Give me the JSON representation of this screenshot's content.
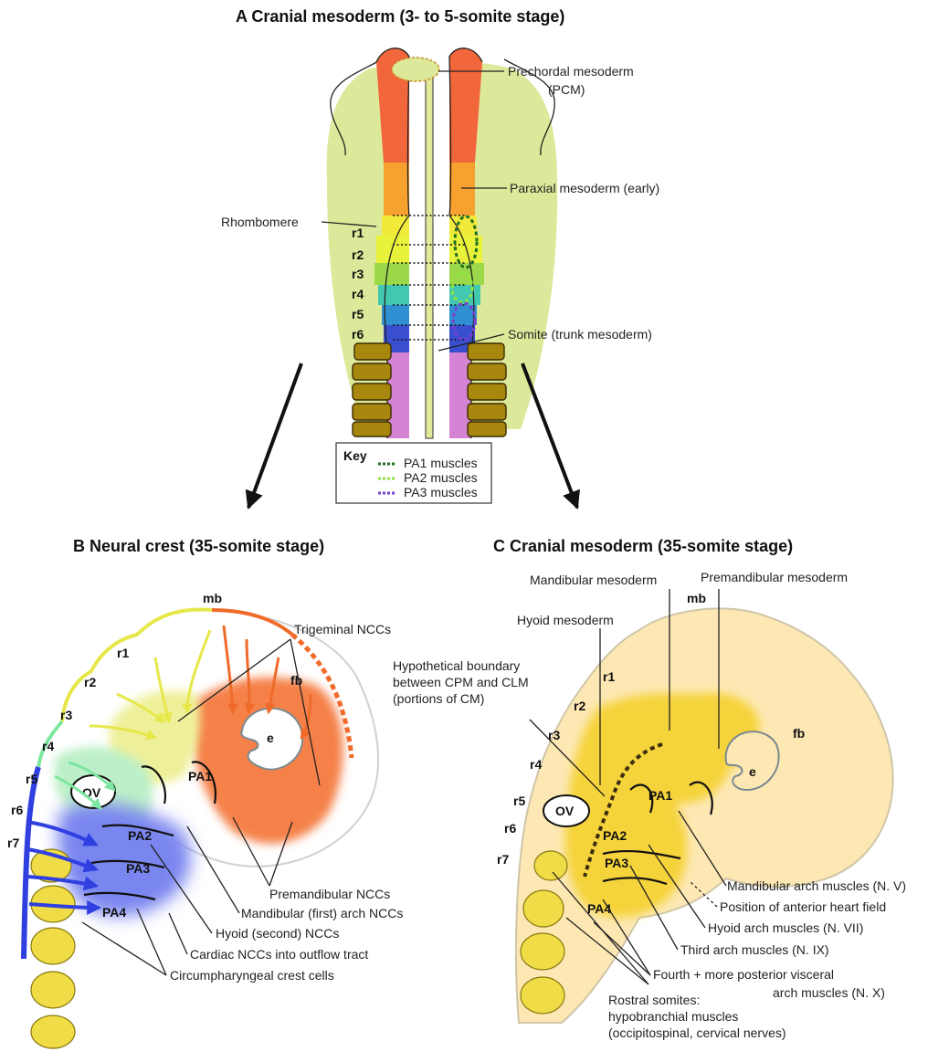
{
  "panel_a": {
    "title": "A  Cranial mesoderm (3- to 5-somite stage)",
    "labels": {
      "pcm": "Prechordal mesoderm",
      "pcm_abbr": "(PCM)",
      "paraxial": "Paraxial mesoderm (early)",
      "rhombomere": "Rhombomere",
      "somite": "Somite (trunk mesoderm)"
    },
    "rhombomeres": [
      "r1",
      "r2",
      "r3",
      "r4",
      "r5",
      "r6"
    ],
    "key": {
      "title": "Key",
      "items": [
        {
          "label": "PA1 muscles",
          "color": "#1f6e1f"
        },
        {
          "label": "PA2 muscles",
          "color": "#8ee63c"
        },
        {
          "label": "PA3 muscles",
          "color": "#7a3fd0"
        }
      ]
    }
  },
  "panel_b": {
    "title": "B  Neural crest (35-somite stage)",
    "structures": {
      "mb": "mb",
      "fb": "fb",
      "e": "e",
      "ov": "OV",
      "pa1": "PA1",
      "pa2": "PA2",
      "pa3": "PA3",
      "pa4": "PA4"
    },
    "rhombomeres": [
      "r1",
      "r2",
      "r3",
      "r4",
      "r5",
      "r6",
      "r7"
    ],
    "callouts": {
      "trigeminal": "Trigeminal NCCs",
      "premandibular": "Premandibular NCCs",
      "mandibular": "Mandibular (first) arch NCCs",
      "hyoid": "Hyoid (second) NCCs",
      "cardiac": "Cardiac NCCs into outflow tract",
      "circumpharyngeal": "Circumpharyngeal crest cells"
    }
  },
  "panel_c": {
    "title": "C  Cranial mesoderm (35-somite stage)",
    "structures": {
      "mb": "mb",
      "fb": "fb",
      "e": "e",
      "ov": "OV",
      "pa1": "PA1",
      "pa2": "PA2",
      "pa3": "PA3",
      "pa4": "PA4"
    },
    "rhombomeres": [
      "r1",
      "r2",
      "r3",
      "r4",
      "r5",
      "r6",
      "r7"
    ],
    "callouts": {
      "mandibular_mesoderm": "Mandibular mesoderm",
      "premandibular_mesoderm": "Premandibular mesoderm",
      "hyoid_mesoderm": "Hyoid mesoderm",
      "boundary_1": "Hypothetical boundary",
      "boundary_2": "between CPM and CLM",
      "boundary_3": "(portions of CM)",
      "mandibular_muscles": "Mandibular arch muscles (N. V)",
      "heart_field": "Position of anterior heart field",
      "hyoid_muscles": "Hyoid arch muscles (N. VII)",
      "third_muscles": "Third arch muscles (N. IX)",
      "fourth_1": "Fourth + more posterior visceral",
      "fourth_2": "arch muscles (N. X)",
      "rostral_1": "Rostral somites:",
      "rostral_2": "hypobranchial muscles",
      "rostral_3": "(occipitospinal, cervical nerves)"
    }
  }
}
